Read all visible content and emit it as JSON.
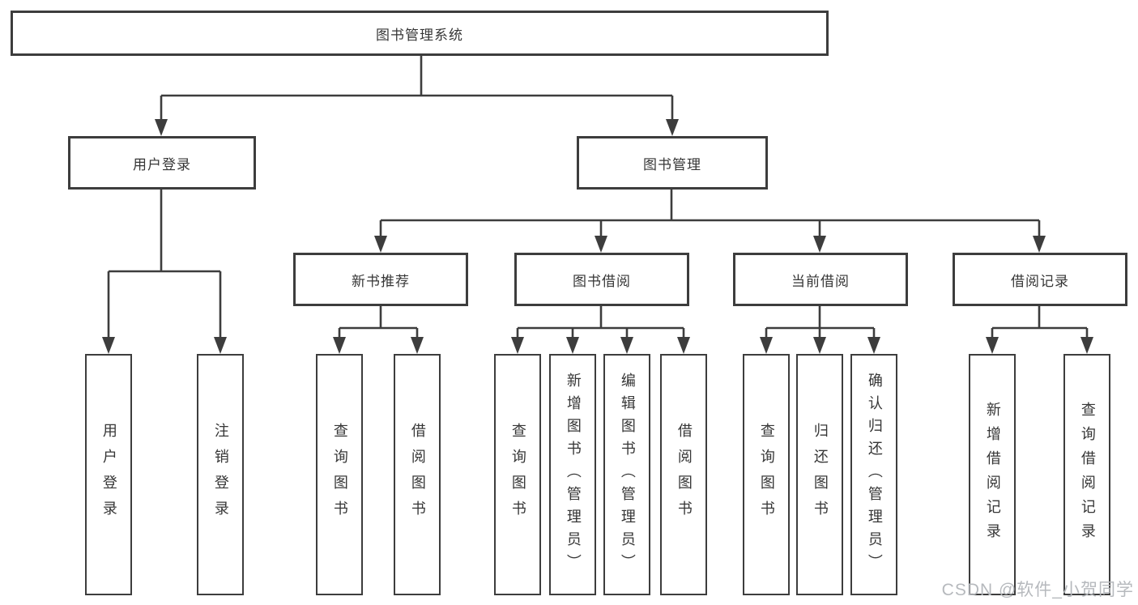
{
  "colors": {
    "line": "#3d3d3d",
    "node_border": "#3d3d3d",
    "node_fill": "#ffffff",
    "text": "#363636",
    "watermark": "#b6b9bd"
  },
  "nodes": {
    "root": {
      "label": "图书管理系统"
    },
    "branches": [
      {
        "label": "用户登录"
      },
      {
        "label": "图书管理"
      }
    ],
    "groups": [
      {
        "label": "新书推荐",
        "parent": "图书管理"
      },
      {
        "label": "图书借阅",
        "parent": "图书管理"
      },
      {
        "label": "当前借阅",
        "parent": "图书管理"
      },
      {
        "label": "借阅记录",
        "parent": "图书管理"
      }
    ],
    "leaves": [
      {
        "label": "用户登录",
        "parent": "用户登录"
      },
      {
        "label": "注销登录",
        "parent": "用户登录"
      },
      {
        "label": "查询图书",
        "parent": "新书推荐"
      },
      {
        "label": "借阅图书",
        "parent": "新书推荐"
      },
      {
        "label": "查询图书",
        "parent": "图书借阅"
      },
      {
        "label": "新增图书（管理员）",
        "parent": "图书借阅"
      },
      {
        "label": "编辑图书（管理员）",
        "parent": "图书借阅"
      },
      {
        "label": "借阅图书",
        "parent": "图书借阅"
      },
      {
        "label": "查询图书",
        "parent": "当前借阅"
      },
      {
        "label": "归还图书",
        "parent": "当前借阅"
      },
      {
        "label": "确认归还（管理员）",
        "parent": "当前借阅"
      },
      {
        "label": "新增借阅记录",
        "parent": "借阅记录"
      },
      {
        "label": "查询借阅记录",
        "parent": "借阅记录"
      }
    ]
  },
  "watermark": {
    "text": "CSDN @软件_小贺同学"
  }
}
